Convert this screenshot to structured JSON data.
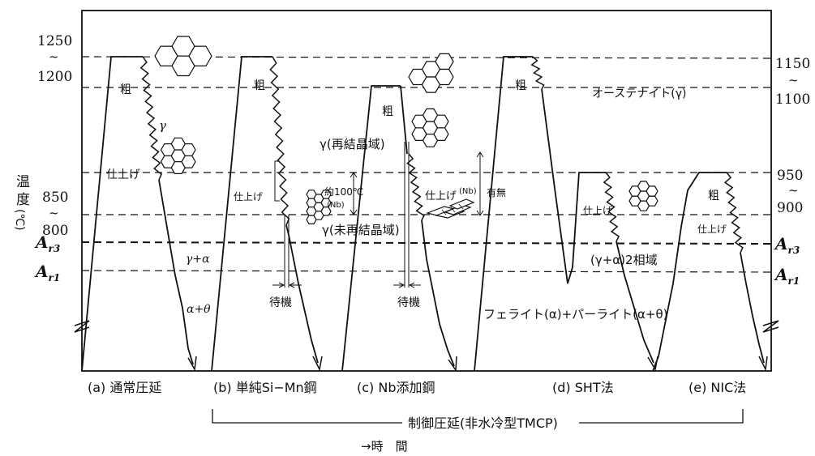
{
  "axis": {
    "y_label": [
      "温",
      "度",
      "(℃)"
    ],
    "x_label": "→時　間",
    "left": {
      "t1250": "1250",
      "tilde1": "~",
      "t1200": "1200",
      "t850": "850",
      "tilde2": "~",
      "t800": "800",
      "ar3": "A",
      "ar3_sub": "r3",
      "ar1": "A",
      "ar1_sub": "r1"
    },
    "right": {
      "t1150": "1150",
      "tilde1": "~",
      "t1100": "1100",
      "t950": "950",
      "tilde2": "~",
      "t900": "900",
      "ar3": "A",
      "ar3_sub": "r3",
      "ar1": "A",
      "ar1_sub": "r1"
    }
  },
  "panels": {
    "a": {
      "caption": "(a)  通常圧延",
      "rough": "粗",
      "gamma": "γ",
      "finish": "仕上げ",
      "gamma_alpha": "γ+α",
      "alpha_theta": "α+θ"
    },
    "b": {
      "caption": "(b)  単純Si−Mn鋼",
      "rough": "粗",
      "finish": "仕上げ",
      "approx": "約100℃",
      "nb": "(Nb)",
      "wait": "待機"
    },
    "c": {
      "caption": "(c)  Nb添加鋼",
      "rough": "粗",
      "recryst": "γ(再結晶域)",
      "nonrecryst": "γ(未再結晶域)",
      "finish": "仕上げ",
      "nb": "(Nb)",
      "presence": "有無",
      "wait": "待機"
    },
    "d": {
      "caption": "(d)  SHT法",
      "rough": "粗",
      "austenite": "オーステナイト(γ)",
      "finish": "仕上げ",
      "two_phase": "(γ+α)2相域",
      "ferrite": "フェライト(α)+パーライト(α+θ)"
    },
    "e": {
      "caption": "(e)  NIC法",
      "rough": "粗",
      "finish": "仕上げ"
    }
  },
  "bracket_label": "制御圧延(非水冷型TMCP)"
}
